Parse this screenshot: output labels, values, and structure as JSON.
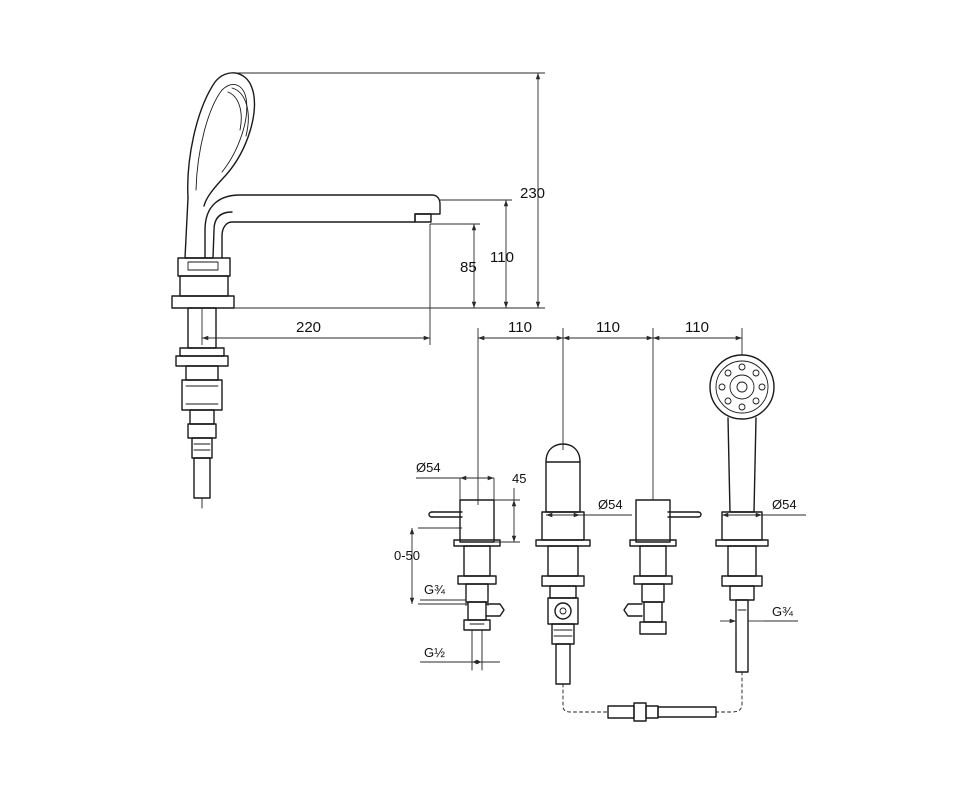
{
  "drawing": {
    "side_view_dims": {
      "total_height": "230",
      "spout_height": "110",
      "outlet_height": "85",
      "spout_reach": "220"
    },
    "plan_view_dims": {
      "spacing_1": "110",
      "spacing_2": "110",
      "spacing_3": "110",
      "dia_left": "Ø54",
      "dia_middle": "Ø54",
      "dia_right": "Ø54",
      "handle_height": "45",
      "deck_range": "0-50",
      "thread_upper": "G¾",
      "thread_lower": "G½",
      "thread_right": "G¾"
    }
  }
}
